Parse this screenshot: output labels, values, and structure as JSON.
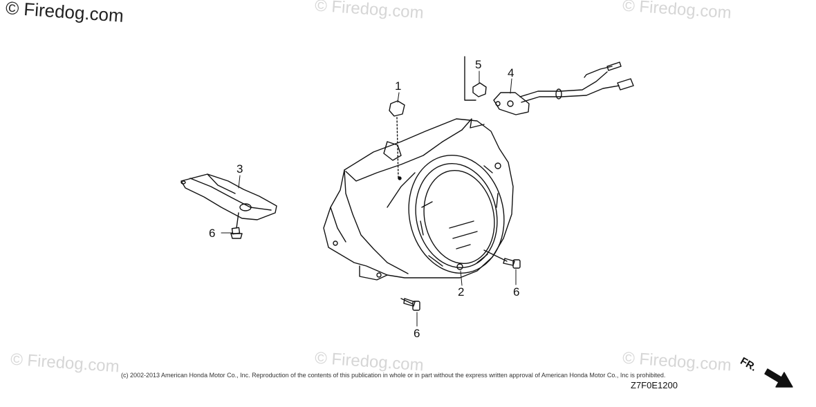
{
  "watermark": {
    "main": "© Firedog.com",
    "repeat": "© Firedog.com"
  },
  "callouts": {
    "c1": "1",
    "c2": "2",
    "c3": "3",
    "c4": "4",
    "c5": "5",
    "c6a": "6",
    "c6b": "6",
    "c6c": "6"
  },
  "footer": {
    "copyright": "(c) 2002-2013 American Honda Motor Co., Inc. Reproduction of the contents of this publication in whole or in part without the express written approval of American Honda Motor Co., Inc is prohibited.",
    "diagram_code": "Z7F0E1200",
    "front_label": "FR."
  },
  "colors": {
    "line": "#111111",
    "watermark": "#d6d6d6"
  }
}
